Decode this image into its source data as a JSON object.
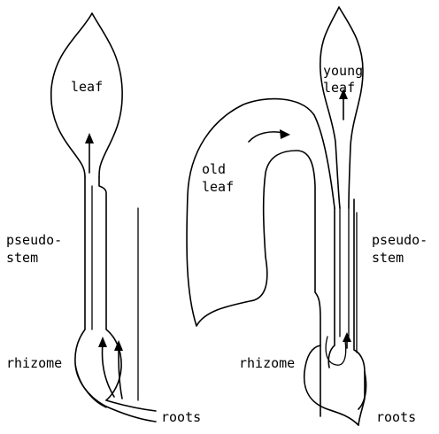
{
  "labels": {
    "left": {
      "leaf": "leaf",
      "pseudostem_1": "pseudo-",
      "pseudostem_2": "stem",
      "rhizome": "rhizome",
      "roots": "roots"
    },
    "right": {
      "young_leaf_1": "young",
      "young_leaf_2": "leaf",
      "old_leaf_1": "old",
      "old_leaf_2": "leaf",
      "pseudostem_1": "pseudo-",
      "pseudostem_2": "stem",
      "rhizome": "rhizome",
      "roots": "roots"
    }
  }
}
